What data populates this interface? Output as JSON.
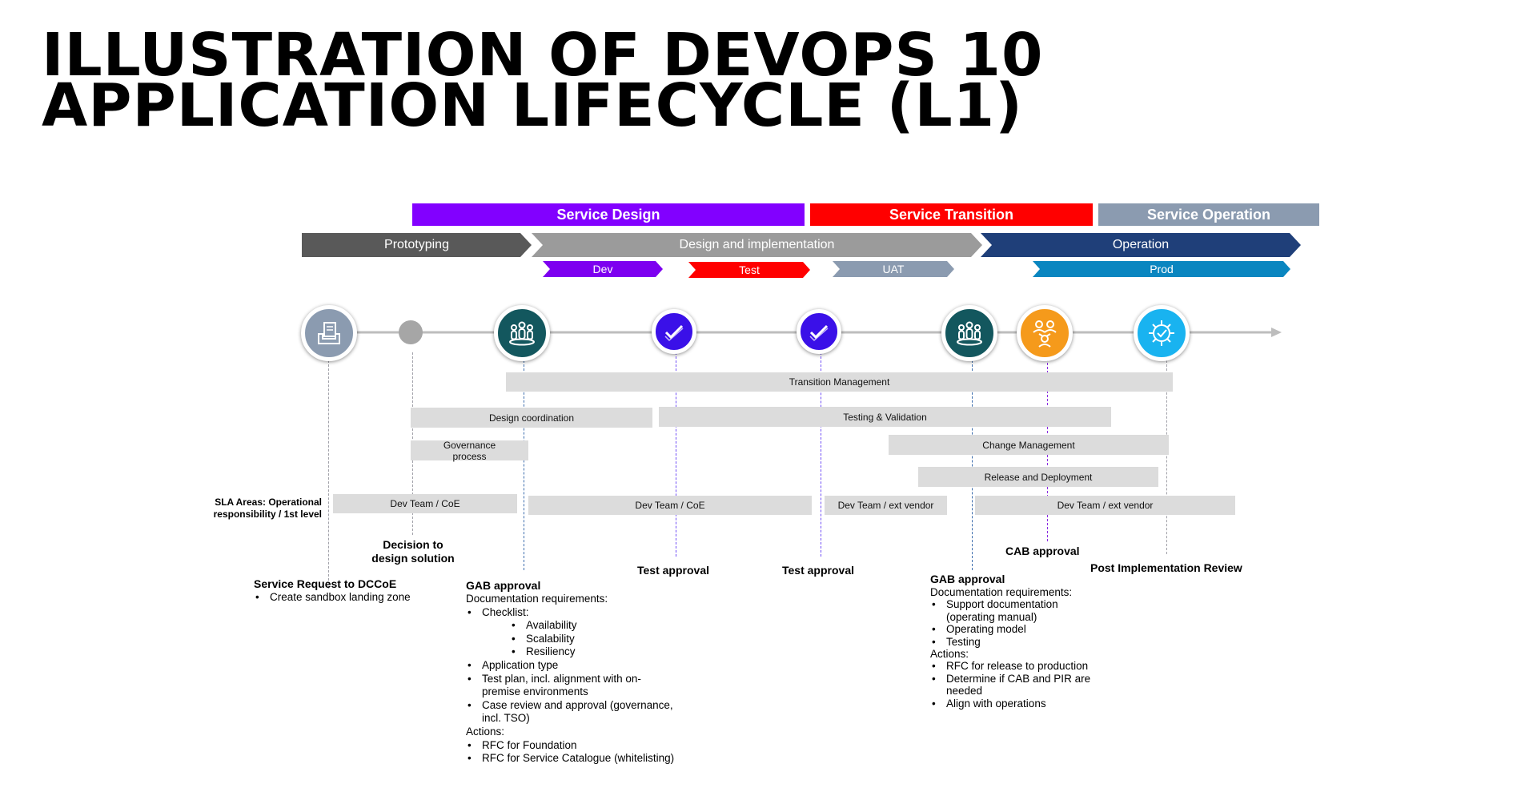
{
  "title": "ILLUSTRATION OF DEVOPS 10 APPLICATION LIFECYCLE (L1)",
  "phases": {
    "service_design": "Service Design",
    "service_transition": "Service Transition",
    "service_operation": "Service Operation"
  },
  "stages": {
    "prototyping": "Prototyping",
    "design_impl": "Design and implementation",
    "operation": "Operation"
  },
  "environments": {
    "dev": "Dev",
    "test": "Test",
    "uat": "UAT",
    "prod": "Prod"
  },
  "icons": [
    "document-tray-icon",
    "gray-dot",
    "team-group-icon",
    "checkmark-icon",
    "checkmark-icon",
    "team-group-icon",
    "people-network-icon",
    "gear-check-icon"
  ],
  "colors": {
    "service_design": "#8200ff",
    "service_transition": "#ff0000",
    "service_operation": "#8b9bb0",
    "prototyping": "#595959",
    "design_impl": "#9b9b9b",
    "operation": "#1f3f79",
    "dev": "#7d00f0",
    "test": "#ff0000",
    "uat": "#8b9bb0",
    "prod": "#0a86c0"
  },
  "bars": {
    "transition_mgmt": "Transition Management",
    "design_coord": "Design coordination",
    "testing_validation": "Testing & Validation",
    "governance": "Governance process",
    "change_mgmt": "Change Management",
    "release_deploy": "Release and Deployment",
    "dev_coe_1": "Dev Team / CoE",
    "dev_coe_2": "Dev Team / CoE",
    "dev_ext_1": "Dev Team / ext vendor",
    "dev_ext_2": "Dev Team / ext vendor"
  },
  "sla_label": "SLA Areas: Operational responsibility / 1st level",
  "milestones": {
    "decision": "Decision to design solution",
    "service_request": {
      "title": "Service Request to DCCoE",
      "items": [
        "Create sandbox landing zone"
      ]
    },
    "gab1": {
      "title": "GAB approval",
      "doc_req": "Documentation requirements:",
      "checklist": "Checklist:",
      "checklist_items": [
        "Availability",
        "Scalability",
        "Resiliency"
      ],
      "doc_items": [
        "Application type",
        "Test plan, incl. alignment with on-premise environments",
        "Case review and approval (governance, incl. TSO)"
      ],
      "actions": "Actions:",
      "action_items": [
        "RFC for Foundation",
        "RFC for Service Catalogue (whitelisting)"
      ]
    },
    "test1": "Test approval",
    "test2": "Test approval",
    "gab2": {
      "title": "GAB approval",
      "doc_req": "Documentation requirements:",
      "doc_items": [
        "Support documentation (operating manual)",
        "Operating model",
        "Testing"
      ],
      "actions": "Actions:",
      "action_items": [
        "RFC for release to production",
        "Determine if CAB and PIR are needed",
        "Align with operations"
      ]
    },
    "cab": "CAB approval",
    "pir": "Post Implementation Review"
  }
}
